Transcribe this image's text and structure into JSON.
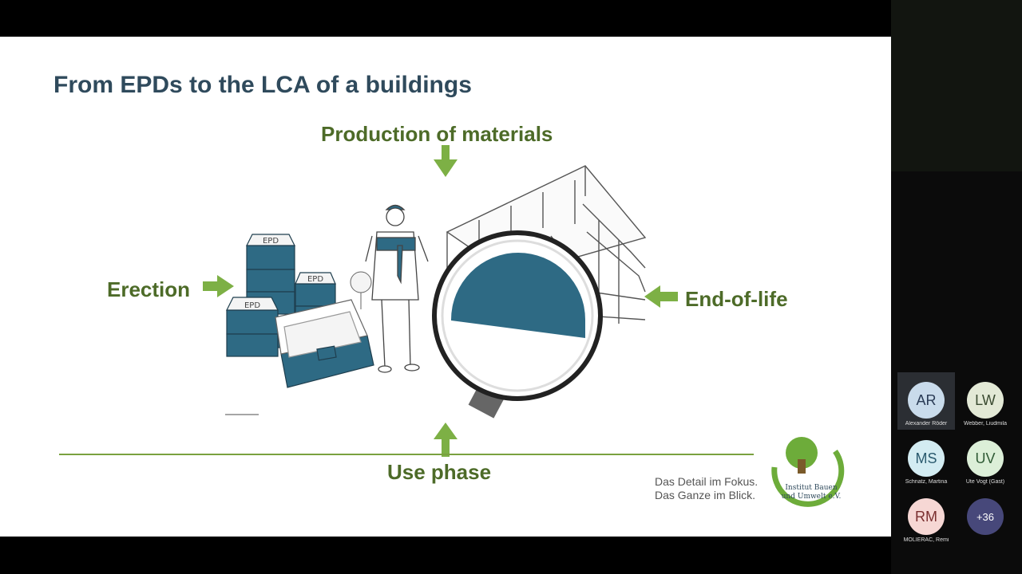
{
  "slide": {
    "title": "From EPDs to the LCA of a buildings",
    "labels": {
      "production": "Production of materials",
      "erection": "Erection",
      "end_of_life": "End-of-life",
      "use_phase": "Use phase"
    },
    "tagline": [
      "Das Detail im Fokus.",
      "Das Ganze im Blick."
    ],
    "logo": {
      "line1": "Institut Bauen",
      "line2": "und Umwelt e.V."
    },
    "box_label": "EPD"
  },
  "colors": {
    "title": "#2f4a5c",
    "label_green": "#4d6b28",
    "arrow_green": "#7db045",
    "epd_blue": "#2e6a84"
  },
  "participants": [
    {
      "initials": "AR",
      "name": "Alexander Röder",
      "bg": "#c9dbeb",
      "fg": "#2a3b55",
      "active": true
    },
    {
      "initials": "LW",
      "name": "Webber, Liudmila",
      "bg": "#e3e9d6",
      "fg": "#3a4a30",
      "active": false
    },
    {
      "initials": "MS",
      "name": "Schnatz, Martina",
      "bg": "#d3ecf2",
      "fg": "#2a5a6e",
      "active": false
    },
    {
      "initials": "UV",
      "name": "Ute Vogt (Gast)",
      "bg": "#dcefd8",
      "fg": "#2f5a35",
      "active": false
    },
    {
      "initials": "RM",
      "name": "MOLIERAC, Remi",
      "bg": "#f6d7d4",
      "fg": "#7a2f2f",
      "active": false
    }
  ],
  "more_participants": "+36"
}
